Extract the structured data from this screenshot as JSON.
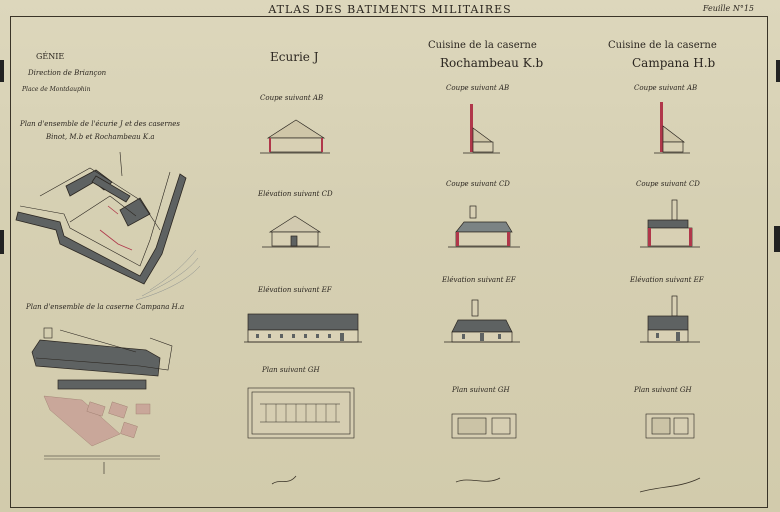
{
  "header": {
    "title": "ATLAS DES BATIMENTS MILITAIRES",
    "sheet": "Feuille N°15"
  },
  "left": {
    "genie": "GÉNIE",
    "direction": "Direction de Briançon",
    "place": "Place de Montdauphin",
    "plan1_line1": "Plan d'ensemble de l'écurie J et des casernes",
    "plan1_line2": "Binot, M.b et Rochambeau K.a",
    "plan2": "Plan d'ensemble de la caserne Campana H.a"
  },
  "columns": {
    "ecurie": {
      "title": "Ecurie J",
      "coupe_ab": "Coupe suivant AB",
      "elev_cd": "Elévation suivant CD",
      "elev_ef": "Elévation suivant EF",
      "plan_gh": "Plan suivant GH"
    },
    "rochambeau": {
      "title1": "Cuisine de la caserne",
      "title2": "Rochambeau K.b",
      "coupe_ab": "Coupe suivant AB",
      "coupe_cd": "Coupe suivant CD",
      "elev_ef": "Elévation suivant EF",
      "plan_gh": "Plan suivant GH"
    },
    "campana": {
      "title1": "Cuisine de la caserne",
      "title2": "Campana H.b",
      "coupe_ab": "Coupe suivant AB",
      "coupe_cd": "Coupe suivant CD",
      "elev_ef": "Elévation suivant EF",
      "plan_gh": "Plan suivant GH"
    }
  },
  "colors": {
    "ink": "#2b2620",
    "paper": "#d8d2b6",
    "wall_red": "#b0374a",
    "roof_grey": "#5e6262",
    "slate": "#7b8384"
  }
}
